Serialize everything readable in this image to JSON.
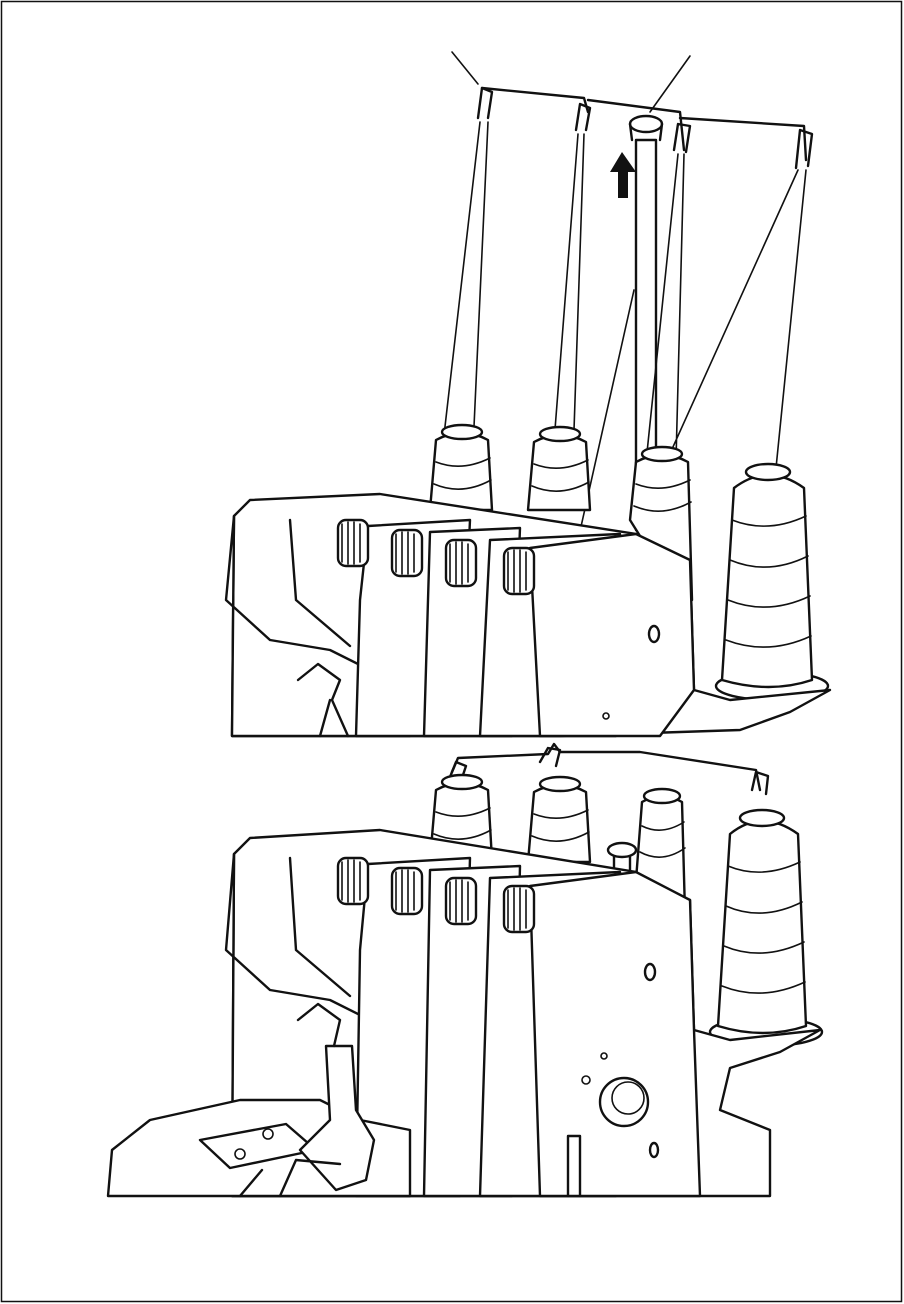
{
  "figures": [
    {
      "name": "serger-thread-guide-raised",
      "state": "raised",
      "arrow_direction": "up"
    },
    {
      "name": "serger-thread-guide-lowered",
      "state": "lowered"
    }
  ],
  "colors": {
    "line": "#111111",
    "background": "#ffffff"
  },
  "icons": [
    "arrow-up-icon"
  ]
}
